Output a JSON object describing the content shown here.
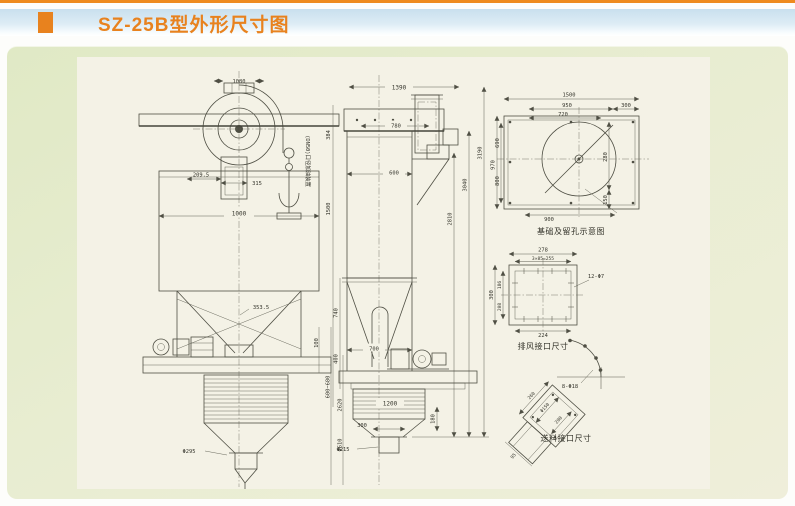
{
  "header": {
    "title": "SZ-25B型外形尺寸图"
  },
  "views": {
    "front": {
      "top_width": "1080",
      "fan_offset": "209.5",
      "fan_width": "315",
      "body_width": "1000",
      "cone_dim": "353.5",
      "outlet_dia": "Φ295",
      "right_dim_1": "100",
      "right_dim_2": "600~680",
      "right_dim_3": "2620",
      "right_dim_4": "Φ610",
      "note": "(DN50)口径加油装置"
    },
    "side": {
      "top_width": "1390",
      "beam_width": "780",
      "duct_width": "600",
      "hopper_width": "700",
      "left_dim_1": "384",
      "left_dim_2": "1500",
      "left_dim_3": "740",
      "left_dim_4": "400",
      "height_1": "2810",
      "height_2": "3040",
      "height_3": "3190",
      "drum_width": "1200",
      "bottom_width": "300",
      "outlet_dia": "Φ215",
      "base_height": "180"
    },
    "foundation": {
      "caption": "基础及留孔示意图",
      "width_total": "1500",
      "width_inner": "950",
      "width_right": "300",
      "width_left": "720",
      "height_outer": "970",
      "height_mid": "800",
      "height_inner": "690",
      "right_dim": "280",
      "right_small": "150",
      "bottom_width": "900"
    },
    "exhaust": {
      "caption": "排风接口尺寸",
      "width_outer": "278",
      "width_holes": "3×85=255",
      "height_outer": "300",
      "height_mid": "186",
      "height_holes": "208",
      "bottom_width": "224",
      "holes": "12-Φ7"
    },
    "feed": {
      "caption": "送料接口尺寸",
      "holes": "8-Φ18",
      "dim_1": "260",
      "dim_2": "Φ150",
      "dim_3": "200",
      "dim_4": "95"
    }
  },
  "colors": {
    "accent": "#e8821e",
    "header_bg": "#c9e0ee",
    "panel_bg": "#e6ecce",
    "paper_bg": "#f4f2e6",
    "line": "#4f4f44"
  }
}
